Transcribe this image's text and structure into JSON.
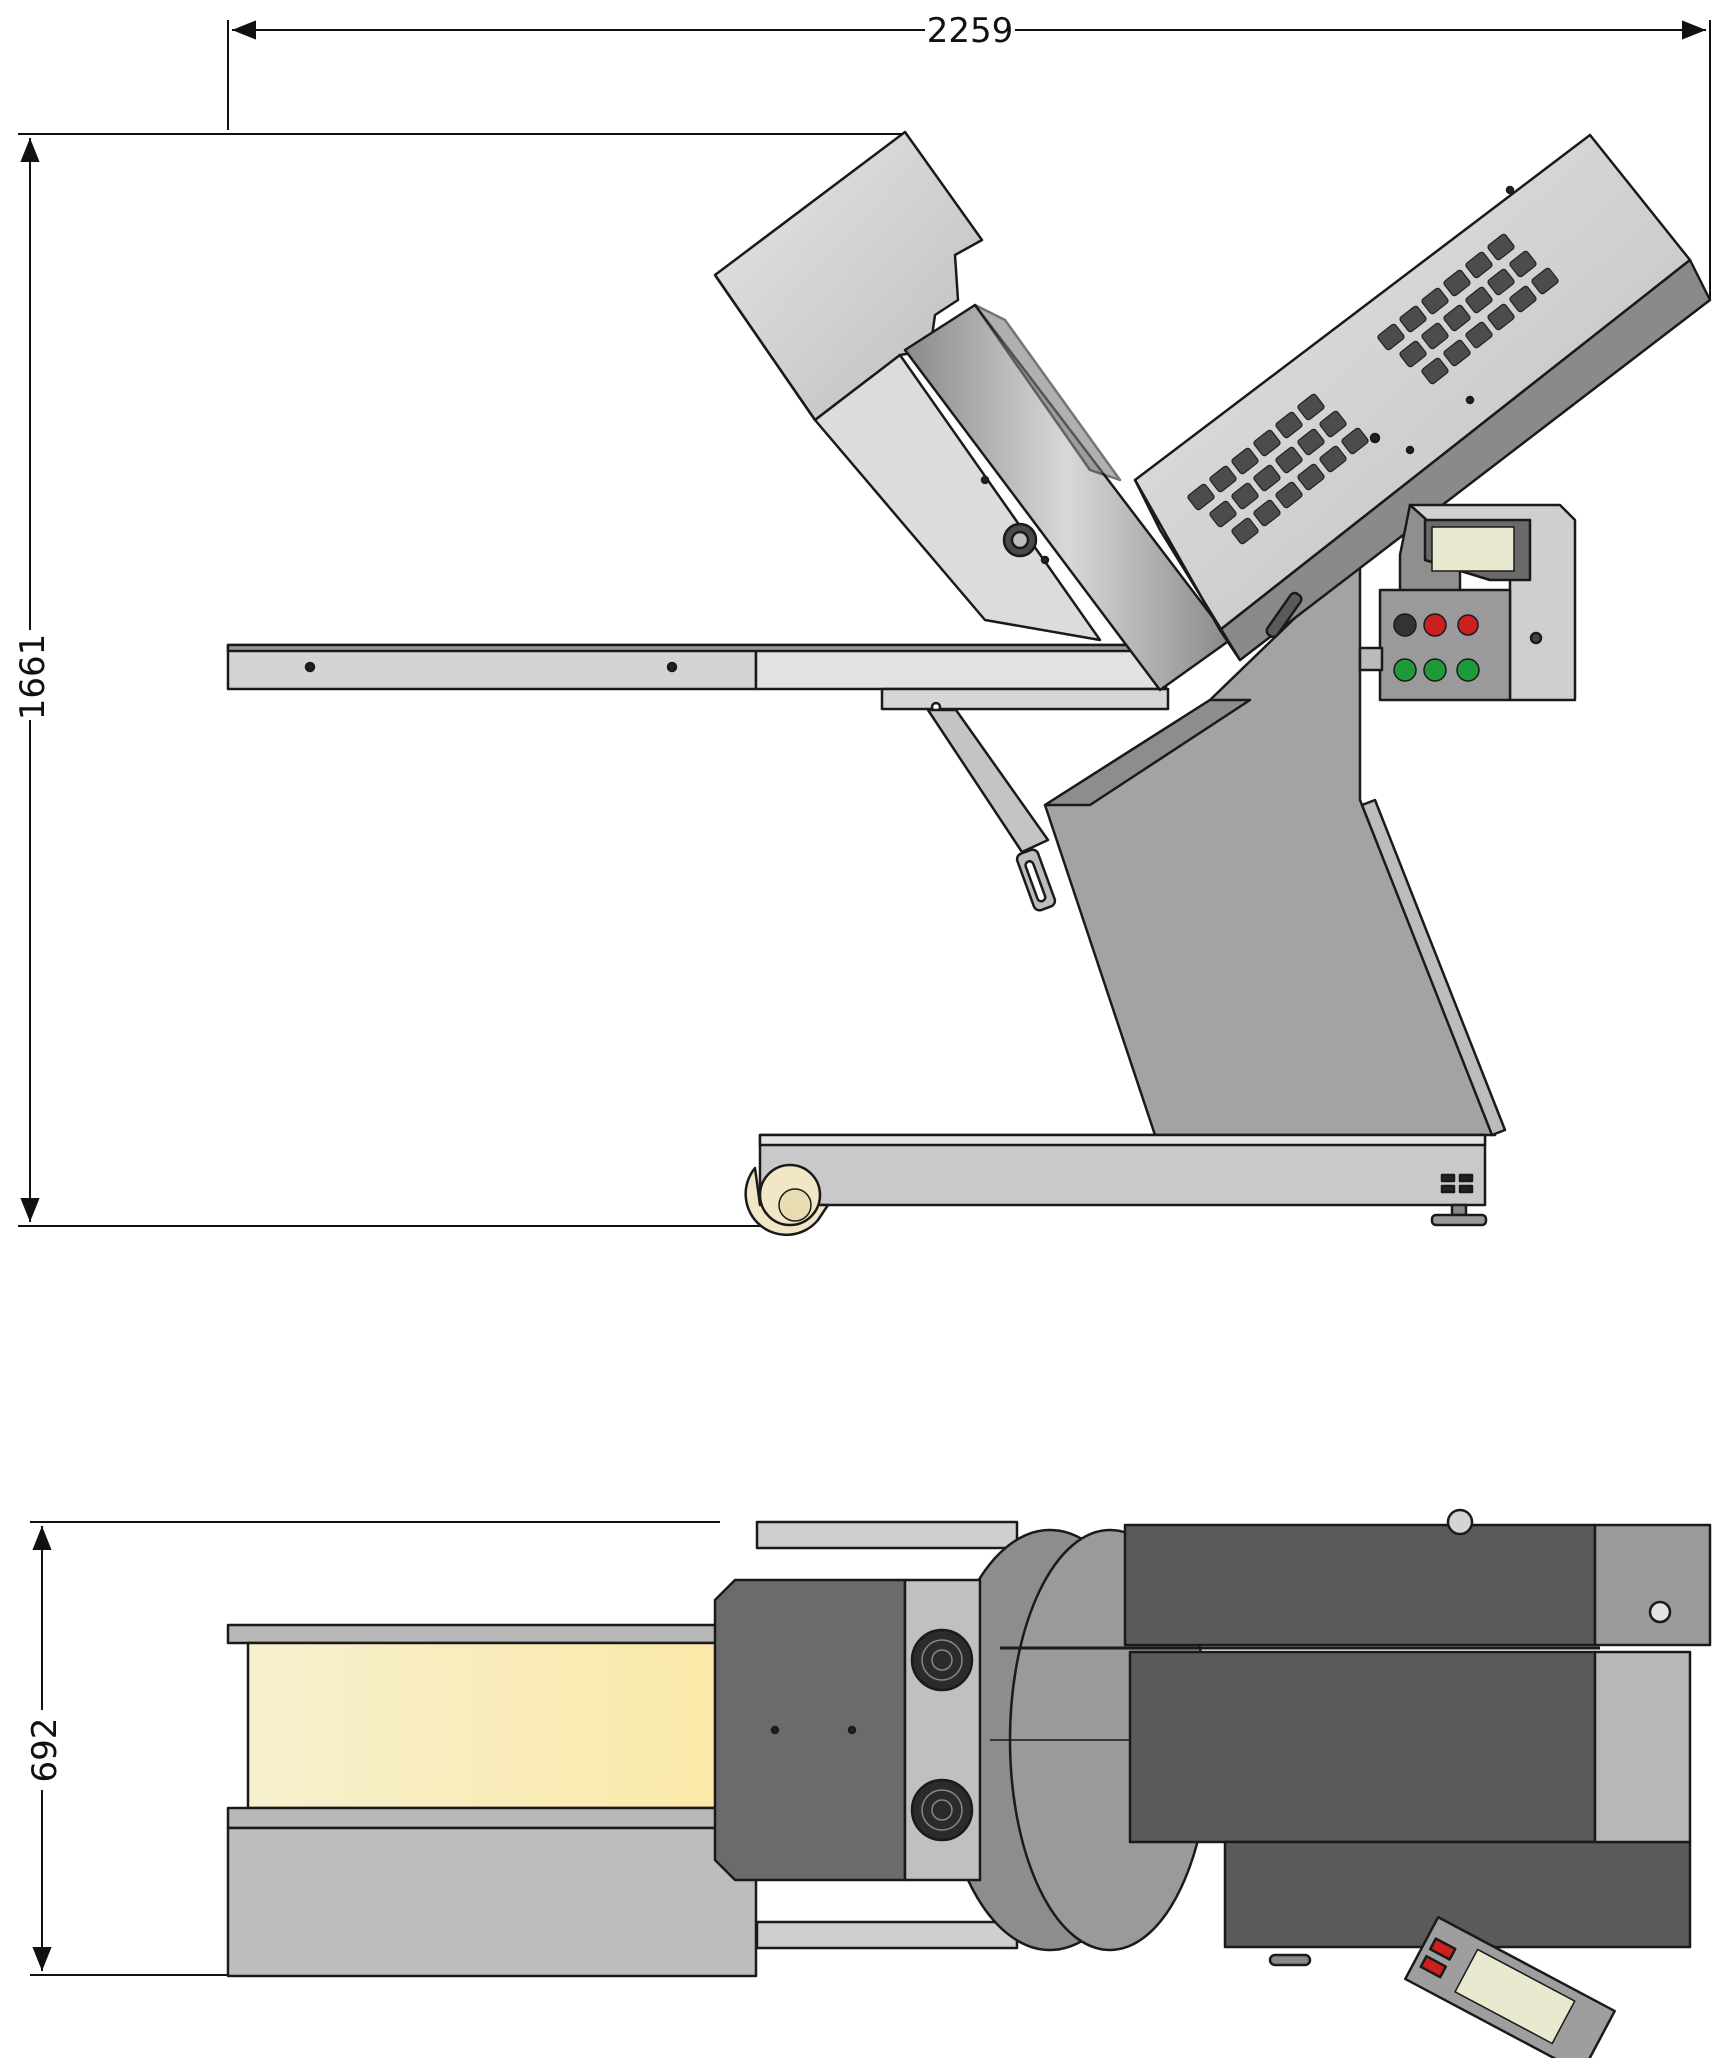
{
  "dimensions": {
    "overall_width": "2259",
    "overall_height": "1661",
    "top_view_width": "692"
  },
  "colors": {
    "steel_light": "#cfcfcf",
    "steel_mid": "#a9a9a9",
    "steel_dark": "#6e6e6e",
    "panel_dark": "#5a5a5c",
    "belt_cream": "#f7efbf",
    "button_red": "#cc1f1f",
    "button_green": "#1f9a3a",
    "screen": "#e9e9cf",
    "outline": "#1a1a1a"
  },
  "views": {
    "side": "side-elevation",
    "top": "plan-view"
  }
}
